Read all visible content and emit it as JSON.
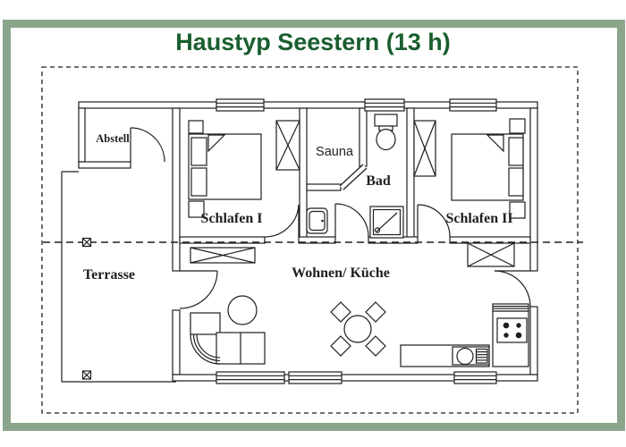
{
  "title": "Haustyp Seestern (13 h)",
  "colors": {
    "frame": "#8ba58b",
    "title": "#1a5e2f",
    "line": "#1f1f1f",
    "background": "#ffffff"
  },
  "rooms": [
    {
      "id": "abstell",
      "label": "Abstell"
    },
    {
      "id": "schlafen1",
      "label": "Schlafen I"
    },
    {
      "id": "sauna",
      "label": "Sauna"
    },
    {
      "id": "bad",
      "label": "Bad"
    },
    {
      "id": "schlafen2",
      "label": "Schlafen II"
    },
    {
      "id": "terrasse",
      "label": "Terrasse"
    },
    {
      "id": "wohnen",
      "label": "Wohnen/ Küche"
    }
  ],
  "fixtures": [
    "double-bed-with-pillows (x2)",
    "nightstand (x4)",
    "wardrobe-crossed-box (x4)",
    "toilet-with-cistern",
    "washbasin",
    "shower-tray-with-drain",
    "sauna-cabin-with-angled-wall",
    "kitchen-counter-with-round-sink-and-drainer",
    "stove-4-burners",
    "corner-bench-with-curved-backrest",
    "round-side-table",
    "round-dining-table-with-4-chairs",
    "swing-door (x6)",
    "window-triple-line (x6)"
  ],
  "annotations": {
    "property_boundary": "dashed rectangle",
    "section_line": "horizontal dashed line with two crossed square markers"
  }
}
